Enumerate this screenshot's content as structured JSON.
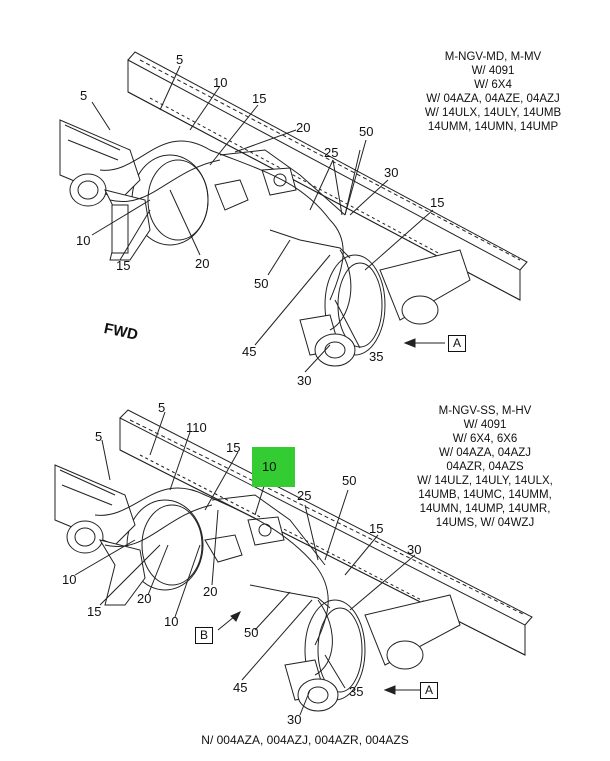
{
  "diagram_top": {
    "note_lines": [
      "M-NGV-MD, M-MV",
      "W/ 4091",
      "W/ 6X4",
      "W/ 04AZA, 04AZE, 04AZJ",
      "W/ 14ULX, 14ULY, 14UMB",
      "14UMM, 14UMN, 14UMP"
    ],
    "callouts": [
      "5",
      "10",
      "5",
      "15",
      "20",
      "50",
      "25",
      "30",
      "15",
      "10",
      "15",
      "20",
      "50",
      "45",
      "35",
      "30"
    ],
    "view_label": "A",
    "fwd_label": "FWD"
  },
  "diagram_bottom": {
    "note_lines": [
      "M-NGV-SS, M-HV",
      "W/ 4091",
      "W/ 6X4, 6X6",
      "W/ 04AZA, 04AZJ",
      "04AZR, 04AZS",
      "W/ 14ULZ, 14ULY, 14ULX,",
      "14UMB, 14UMC, 14UMM,",
      "14UMN, 14UMP, 14UMR,",
      "14UMS, W/ 04WZJ"
    ],
    "callouts": [
      "5",
      "110",
      "5",
      "15",
      "25",
      "50",
      "15",
      "30",
      "10",
      "20",
      "20",
      "10",
      "50",
      "45",
      "35",
      "30"
    ],
    "highlight_callout": "10",
    "view_label_a": "A",
    "view_label_b": "B"
  },
  "footer": "N/ 004AZA, 004AZJ, 004AZR, 004AZS",
  "colors": {
    "highlight": "#33cc33",
    "line": "#111111"
  }
}
